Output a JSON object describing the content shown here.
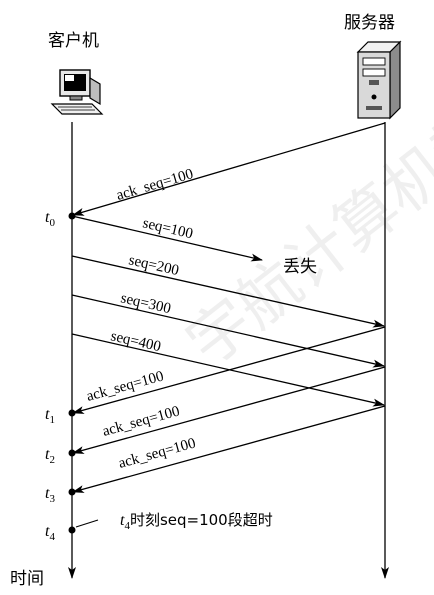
{
  "client_label": "客户机",
  "server_label": "服务器",
  "time_label": "时间",
  "lost_label": "丢失",
  "watermark_text": "宇航计算机教材",
  "time_marks": [
    {
      "name": "t0",
      "base": "t",
      "sub": "0"
    },
    {
      "name": "t1",
      "base": "t",
      "sub": "1"
    },
    {
      "name": "t2",
      "base": "t",
      "sub": "2"
    },
    {
      "name": "t3",
      "base": "t",
      "sub": "3"
    },
    {
      "name": "t4",
      "base": "t",
      "sub": "4"
    }
  ],
  "messages": [
    {
      "name": "initial-ack",
      "label": "ack_seq=100"
    },
    {
      "name": "seq-100",
      "label": "seq=100"
    },
    {
      "name": "seq-200",
      "label": "seq=200"
    },
    {
      "name": "seq-300",
      "label": "seq=300"
    },
    {
      "name": "seq-400",
      "label": "seq=400"
    },
    {
      "name": "ack-1",
      "label": "ack_seq=100"
    },
    {
      "name": "ack-2",
      "label": "ack_seq=100"
    },
    {
      "name": "ack-3",
      "label": "ack_seq=100"
    }
  ],
  "timeout_note": {
    "t_base": "t",
    "t_sub": "4",
    "text": "时刻seq=100段超时"
  }
}
